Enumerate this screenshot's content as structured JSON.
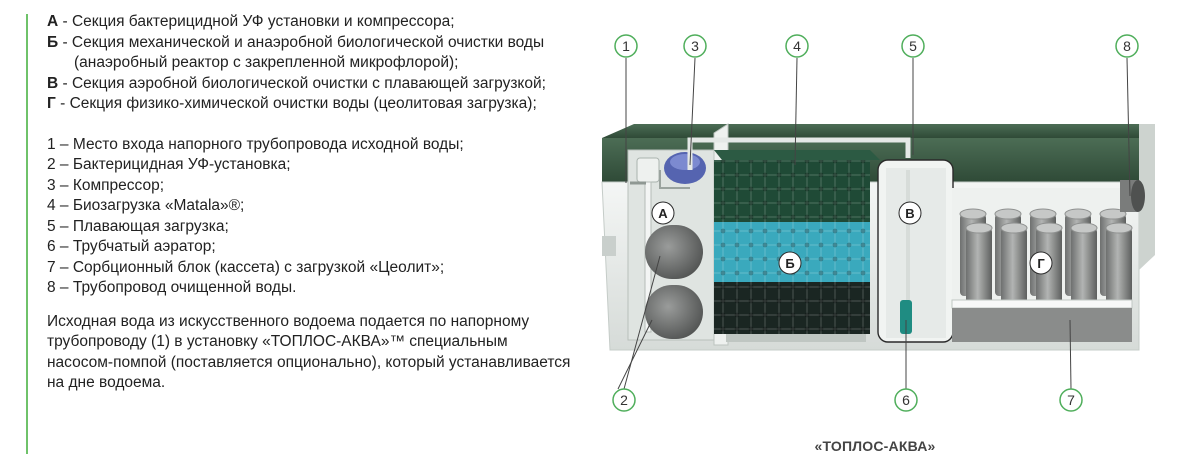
{
  "sections": [
    {
      "letter": "А",
      "text": " - Секция бактерицидной УФ установки и компрессора;"
    },
    {
      "letter": "Б",
      "text": " - Секция механической и анаэробной биологической очистки воды (анаэробный реактор с закрепленной микрофлорой);"
    },
    {
      "letter": "В",
      "text": " - Секция аэробной биологической очистки с плавающей загрузкой;"
    },
    {
      "letter": "Г",
      "text": " - Секция физико-химической очистки воды (цеолитовая загрузка);"
    }
  ],
  "components": [
    "1 – Место входа напорного трубопровода исходной воды;",
    "2 – Бактерицидная УФ-установка;",
    "3 – Компрессор;",
    "4 – Биозагрузка «Matala»®;",
    "5 – Плавающая загрузка;",
    "6 – Трубчатый аэратор;",
    "7 – Сорбционный блок (кассета) с загрузкой «Цеолит»;",
    "8 – Трубопровод очищенной воды."
  ],
  "description": "Исходная вода из искусственного водоема подается по напорному трубопроводу (1) в установку «ТОПЛОС-АКВА»™ специальным насосом-помпой (поставляется опционально), который устанавливается на дне водоема.",
  "diagram": {
    "callouts": [
      "1",
      "2",
      "3",
      "4",
      "5",
      "6",
      "7",
      "8"
    ],
    "zones": [
      "А",
      "Б",
      "В",
      "Г"
    ],
    "caption": "«ТОПЛОС-АКВА»"
  },
  "colors": {
    "accent": "#6fc26a",
    "lid": "#3f5e48",
    "tank": "#e9ecea",
    "bio_top": "#1f4a36",
    "bio_mid": "#3aa9bd",
    "bio_bottom": "#1a2622",
    "zeolite": "#8b8d8c"
  }
}
